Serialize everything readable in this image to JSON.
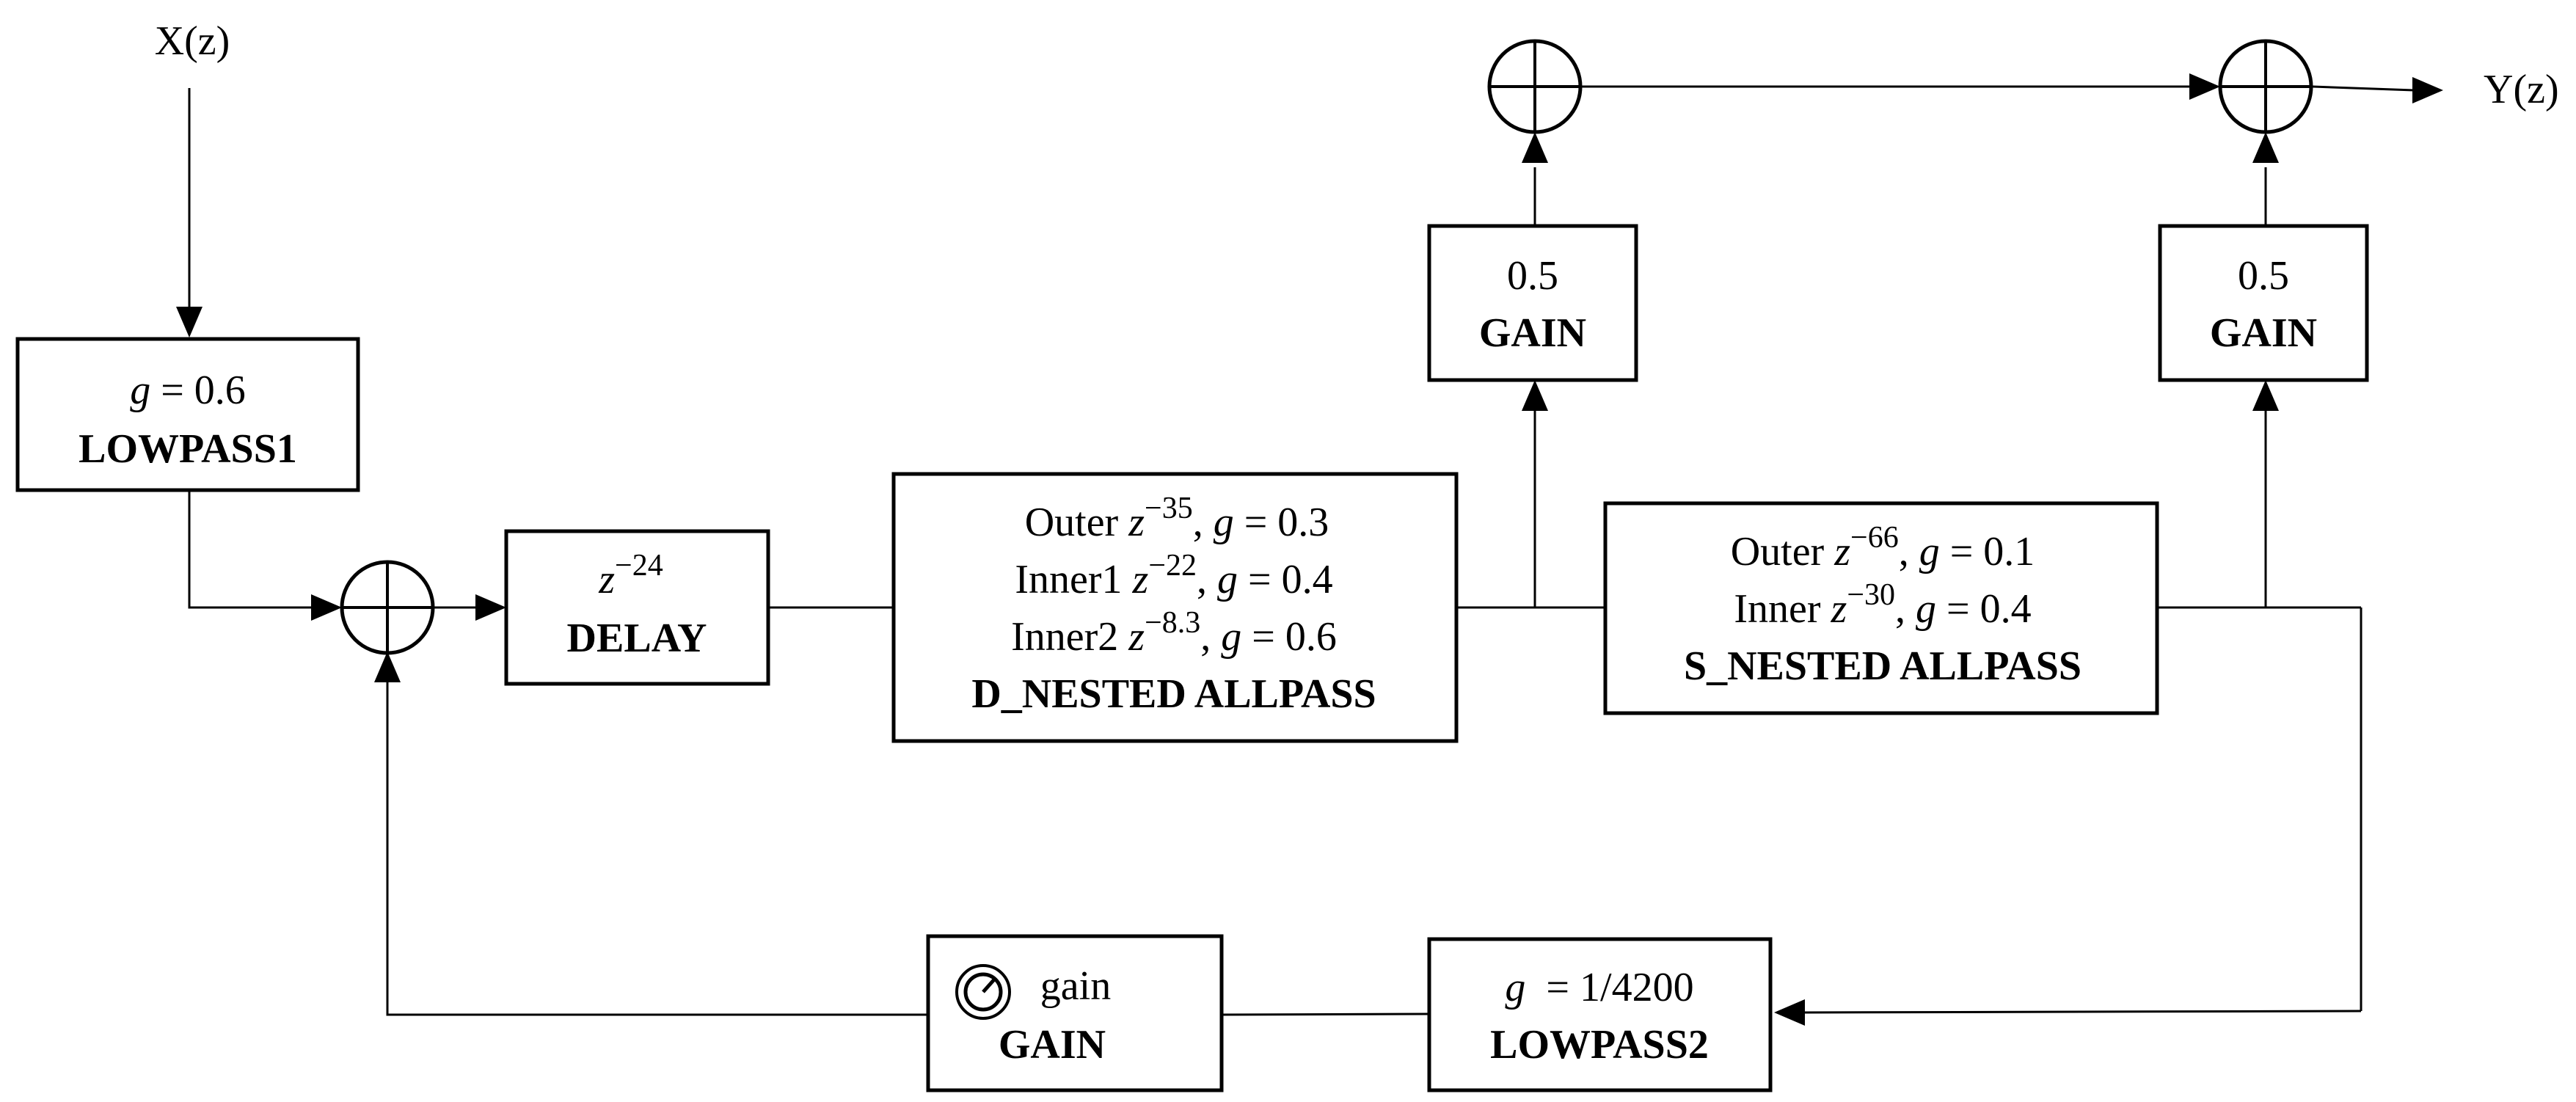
{
  "input_label": "X(z)",
  "output_label": "Y(z)",
  "lowpass1": {
    "param_var": "g",
    "param_eq": " = 0.6",
    "name": "LOWPASS1"
  },
  "delay": {
    "z": "z",
    "exp": "−24",
    "name": "DELAY"
  },
  "d_nested": {
    "l1_pre": "Outer ",
    "l1_z": "z",
    "l1_exp": "−35",
    "l1_mid": ", ",
    "l1_g": "g",
    "l1_val": " = 0.3",
    "l2_pre": "Inner1 ",
    "l2_z": "z",
    "l2_exp": "−22",
    "l2_mid": ", ",
    "l2_g": "g",
    "l2_val": " = 0.4",
    "l3_pre": "Inner2 ",
    "l3_z": "z",
    "l3_exp": "−8.3",
    "l3_mid": ", ",
    "l3_g": "g",
    "l3_val": " = 0.6",
    "name": "D_NESTED ALLPASS"
  },
  "s_nested": {
    "l1_pre": "Outer ",
    "l1_z": "z",
    "l1_exp": "−66",
    "l1_mid": ", ",
    "l1_g": "g",
    "l1_val": " = 0.1",
    "l2_pre": "Inner ",
    "l2_z": "z",
    "l2_exp": "−30",
    "l2_mid": ", ",
    "l2_g": "g",
    "l2_val": " = 0.4",
    "name": "S_NESTED ALLPASS"
  },
  "gain_a": {
    "value": "0.5",
    "name": "GAIN"
  },
  "gain_b": {
    "value": "0.5",
    "name": "GAIN"
  },
  "lowpass2": {
    "param_var": "g",
    "param_eq": "  = 1/4200",
    "name": "LOWPASS2"
  },
  "gain_knob": {
    "value": "gain",
    "name": "GAIN",
    "icon": "knob-icon"
  }
}
